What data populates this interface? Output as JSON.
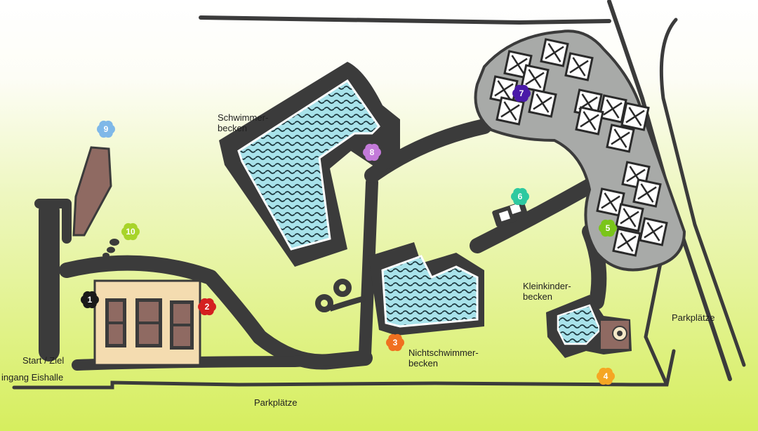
{
  "labels": {
    "schwimmerbecken_1": "Schwimmer-",
    "schwimmerbecken_2": "becken",
    "nichtschwimmer_1": "Nichtschwimmer-",
    "nichtschwimmer_2": "becken",
    "kleinkinder_1": "Kleinkinder-",
    "kleinkinder_2": "becken",
    "parkplaetze_right": "Parkplätze",
    "parkplaetze_bottom": "Parkplätze",
    "start_ziel": "Start / Ziel",
    "eingang_eishalle": "ingang Eishalle"
  },
  "markers": [
    {
      "number": "1",
      "color": "#1a1a1a"
    },
    {
      "number": "2",
      "color": "#d42020"
    },
    {
      "number": "3",
      "color": "#f07020"
    },
    {
      "number": "4",
      "color": "#f5a623"
    },
    {
      "number": "5",
      "color": "#7ac51a"
    },
    {
      "number": "6",
      "color": "#2ec9a0"
    },
    {
      "number": "7",
      "color": "#4a1aa8"
    },
    {
      "number": "8",
      "color": "#c37ad9"
    },
    {
      "number": "9",
      "color": "#7fb8e8"
    },
    {
      "number": "10",
      "color": "#a8d42a"
    }
  ],
  "colors": {
    "path": "#3b3b3b",
    "water": "#a8e2ea",
    "grass_top": "#ffffff",
    "grass_bottom": "#d6ee5e",
    "sand": "#f4dcb0",
    "brown": "#8f6a62",
    "rock": "#a8aaa8"
  }
}
